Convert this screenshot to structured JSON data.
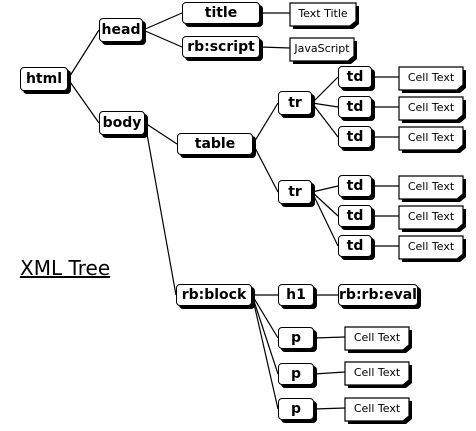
{
  "caption": "XML Tree",
  "nodes": {
    "html": "html",
    "head": "head",
    "body": "body",
    "title": "title",
    "rbscript": "rb:script",
    "table": "table",
    "tr1": "tr",
    "tr2": "tr",
    "td1": "td",
    "td2": "td",
    "td3": "td",
    "td4": "td",
    "td5": "td",
    "td6": "td",
    "rbblock": "rb:block",
    "h1": "h1",
    "p1": "p",
    "p2": "p",
    "p3": "p",
    "rbeval": "rb:rb:eval"
  },
  "leaves": {
    "title_text": "Text Title",
    "script_text": "JavaScript",
    "cell1": "Cell Text",
    "cell2": "Cell Text",
    "cell3": "Cell Text",
    "cell4": "Cell Text",
    "cell5": "Cell Text",
    "cell6": "Cell Text",
    "p1_text": "Cell Text",
    "p2_text": "Cell Text",
    "p3_text": "Cell Text"
  }
}
